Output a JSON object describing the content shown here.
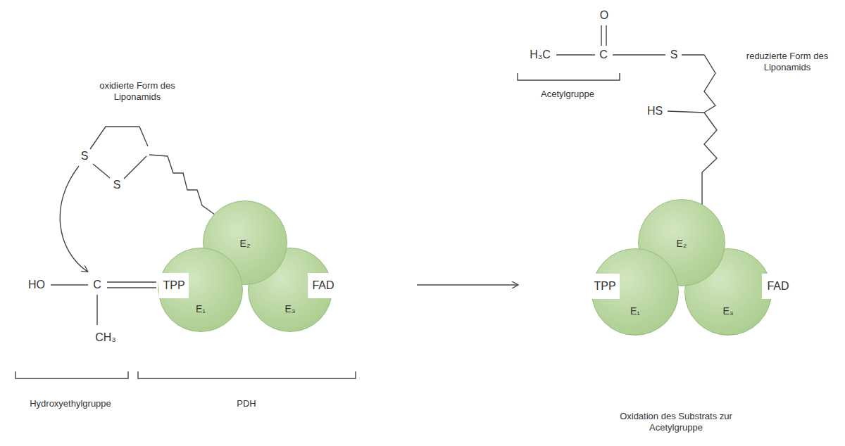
{
  "diagram": {
    "nodes": [
      {
        "text": [
          "E₂"
        ]
      },
      {
        "text": [
          "E₁"
        ]
      },
      {
        "text": [
          "E₃"
        ]
      },
      {
        "text": [
          "TPP"
        ]
      },
      {
        "text": [
          "FAD"
        ]
      },
      {
        "text": [
          "E₂"
        ]
      },
      {
        "text": [
          "E₁"
        ]
      },
      {
        "text": [
          "E₃"
        ]
      },
      {
        "text": [
          "TPP"
        ]
      },
      {
        "text": [
          "FAD"
        ]
      }
    ],
    "labels": [
      "oxidierte Form des Liponamids",
      "S",
      "S",
      "HO",
      "C",
      "CH₃",
      "Hydroxyethylgruppe",
      "PDH",
      "O",
      "H₃C",
      "C",
      "S",
      "Acetylgruppe",
      "HS",
      "reduzierte Form des Liponamids",
      "Oxidation des Substrats zur Acetylgruppe"
    ]
  }
}
